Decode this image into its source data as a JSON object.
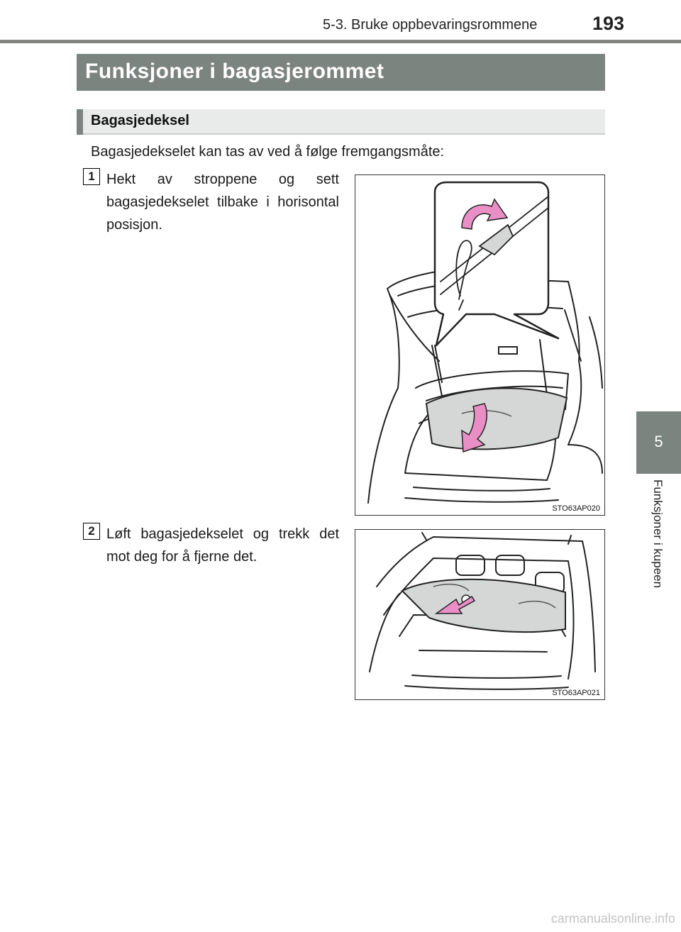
{
  "header": {
    "section_title": "5-3. Bruke oppbevaringsrommene",
    "page_number": "193"
  },
  "section": {
    "title": "Funksjoner i bagasjerommet"
  },
  "subsection": {
    "title": "Bagasjedeksel"
  },
  "intro": "Bagasjedekselet kan tas av ved å følge fremgangsmåte:",
  "steps": [
    {
      "number": "1",
      "text": "Hekt av stroppene og sett bagasjedekselet tilbake i horisontal posisjon.",
      "figure_code": "STO63AP020"
    },
    {
      "number": "2",
      "text": "Løft bagasjedekselet og trekk det mot deg for å fjerne det.",
      "figure_code": "STO63AP021"
    }
  ],
  "side_tab": {
    "chapter": "5",
    "label": "Funksjoner i kupeen"
  },
  "watermark": "carmanualsonline.info",
  "colors": {
    "banner": "#7c8480",
    "arrow": "#e98fc6",
    "subsection_bg": "#e9ebea",
    "cover": "#d5d7d6"
  }
}
